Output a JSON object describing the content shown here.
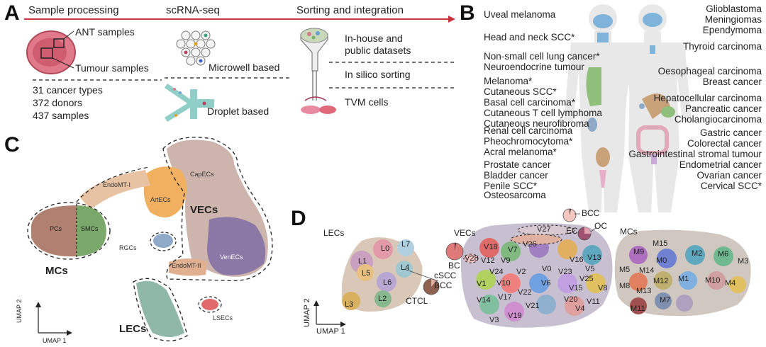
{
  "panels": {
    "a": "A",
    "b": "B",
    "c": "C",
    "d": "D"
  },
  "panel_a": {
    "stages": [
      "Sample processing",
      "scRNA-seq",
      "Sorting and integration"
    ],
    "ant_label": "ANT samples",
    "tumour_label": "Tumour samples",
    "stats": [
      "31 cancer types",
      "372 donors",
      "437 samples"
    ],
    "microwell": "Microwell based",
    "droplet": "Droplet based",
    "datasets": "In-house and\npublic datasets",
    "sorting": "In silico sorting",
    "tvm": "TVM cells"
  },
  "panel_b": {
    "left": [
      "Uveal melanoma",
      "Head and neck SCC*",
      "Non-small cell lung cancer*\nNeuroendocrine tumour",
      "Melanoma*\nCutaneous SCC*\nBasal cell carcinoma*\nCutaneous T cell lymphoma\nCutaneous neurofibroma",
      "Renal cell carcinoma\nPheochromocytoma*\nAcral melanoma*",
      "Prostate cancer\nBladder cancer\nPenile SCC*",
      "Osteosarcoma"
    ],
    "right": [
      "Glioblastoma\nMeningiomas\nEpendymoma",
      "Thyroid carcinoma",
      "Oesophageal carcinoma\nBreast cancer",
      "Hepatocellular carcinoma\nPancreatic cancer\nCholangiocarcinoma",
      "Gastric cancer\nColorectal cancer\nGastrointestinal stromal tumour",
      "Endometrial cancer\nOvarian cancer\nCervical SCC*"
    ],
    "colors": {
      "organ_blue": "#7fb3d9",
      "organ_green": "#8fbf7a",
      "organ_tan": "#c9a27a",
      "organ_pink": "#e0a9b8",
      "body": "#e6e6e6"
    }
  },
  "panel_c": {
    "clusters": [
      "CapECs",
      "EndoMT-I",
      "ArtECs",
      "VECs",
      "PCs",
      "SMCs",
      "RGCs",
      "VenECs",
      "EndoMT-II",
      "MCs",
      "LSECs",
      "LECs"
    ],
    "axis_y": "UMAP 2",
    "axis_x": "UMAP 1",
    "colors": {
      "capecs": "#cdb5ad",
      "artecs": "#f0b060",
      "venecs": "#8b78a6",
      "pcs": "#b08070",
      "smcs": "#7aa86a",
      "lecs": "#8fb8a8",
      "endomt": "#e0b090",
      "lsecs": "#e06a6a",
      "rgcs": "#8fa9c8"
    }
  },
  "panel_d": {
    "groups": [
      "LECs",
      "VECs",
      "MCs"
    ],
    "lec_labels": [
      "L0",
      "L7",
      "L1",
      "L5",
      "L4",
      "L6",
      "L2",
      "L3"
    ],
    "vec_labels": [
      "V27",
      "V26",
      "V18",
      "V7",
      "V28",
      "V12",
      "V9",
      "V16",
      "V13",
      "V24",
      "V2",
      "V0",
      "V23",
      "V5",
      "V1",
      "V10",
      "V6",
      "V15",
      "V25",
      "V8",
      "V14",
      "V17",
      "V22",
      "V21",
      "V20",
      "V11",
      "V4",
      "V3",
      "V19"
    ],
    "mc_labels": [
      "M15",
      "M9",
      "M0",
      "M2",
      "M6",
      "M3",
      "M5",
      "M14",
      "M8",
      "M12",
      "M1",
      "M10",
      "M4",
      "M13",
      "M7",
      "M11"
    ],
    "pie_labels": [
      "BCC",
      "EC",
      "OC",
      "BC",
      "cSCC\nBCC",
      "CTCL"
    ],
    "axis_y": "UMAP 2",
    "axis_x": "UMAP 1"
  }
}
